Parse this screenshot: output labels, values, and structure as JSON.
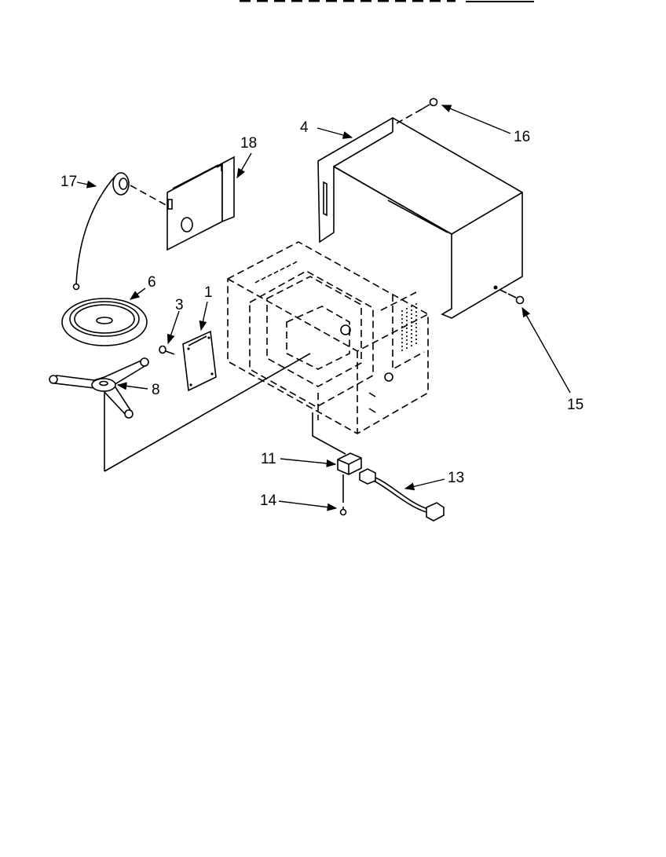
{
  "title": "",
  "callouts": {
    "c1": "1",
    "c3": "3",
    "c4": "4",
    "c6": "6",
    "c8": "8",
    "c11": "11",
    "c13": "13",
    "c14": "14",
    "c15": "15",
    "c16": "16",
    "c17": "17",
    "c18": "18"
  }
}
